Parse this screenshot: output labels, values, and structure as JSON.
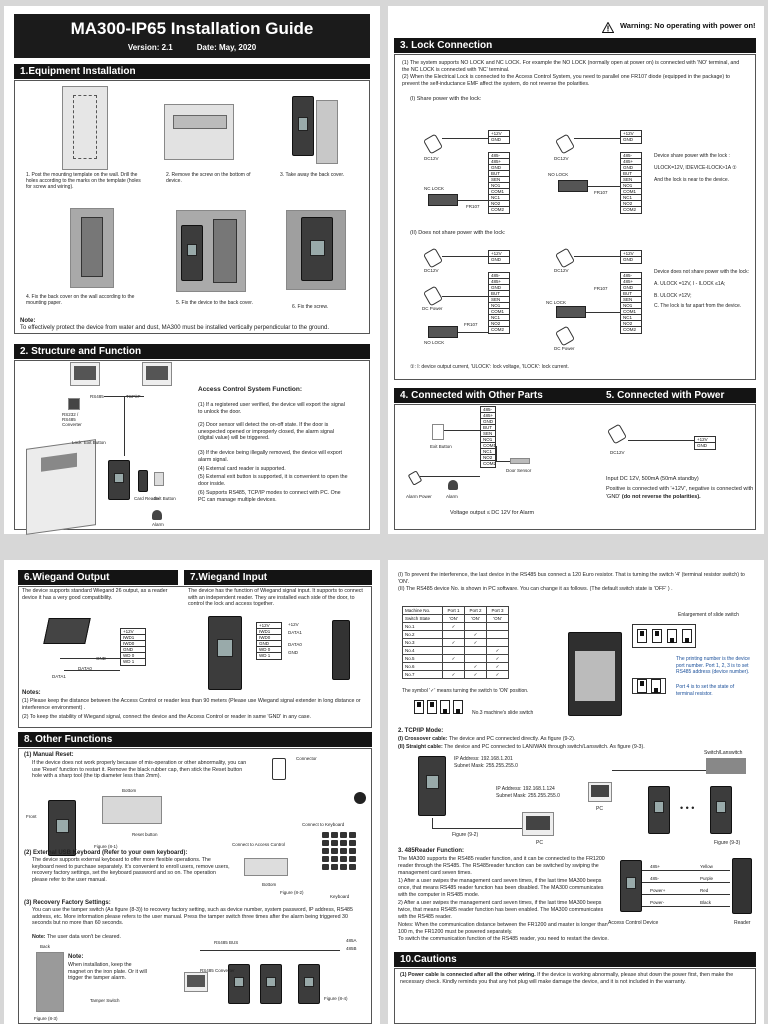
{
  "header": {
    "title": "MA300-IP65 Installation Guide",
    "version": "Version: 2.1",
    "date": "Date: May, 2020"
  },
  "warning": "Warning: No operating with power on!",
  "sections": {
    "s1": "1.Equipment  Installation",
    "s2": "2. Structure and Function",
    "s3": "3. Lock  Connection",
    "s4": "4. Connected  with  Other  Parts",
    "s5": "5. Connected  with  Power",
    "s6": "6.Wiegand Output",
    "s7": "7.Wiegand Input",
    "s8": "8. Other  Functions",
    "s10": "10.Cautions"
  },
  "install": {
    "step1": "1. Post  the  mounting template on the wall. Drill the holes according to the marks on the template (holes for screw and wiring).",
    "step2": "2. Remove  the  screw  on  the bottom of device.",
    "step3": "3. Take away the back cover.",
    "step4": "4. Fix the back cover on the wall according to the mounting paper.",
    "step5": "5. Fix  the  device  to  the back cover.",
    "step6": "6. Fix the screw.",
    "note_label": "Note:",
    "note": "To effectively protect the device from water and dust, MA300  must be installed vertically perpendicular to the ground."
  },
  "structure": {
    "labels": [
      "RS485",
      "TCP/IP",
      "RS232 / RS485 Converter",
      "Lock",
      "Exit Button",
      "Card Reader",
      "Exit Button",
      "Alarm"
    ],
    "func_title": "Access Control System Function:",
    "items": [
      "(1) If a registered user verified, the device will export the signal to unlock the door.",
      "(2) Door sensor will detect the on-off state. If the door is unexpected  opened or improperly closed, the alarm signal (digital value) will be triggered.",
      "(3) If the device being illegally removed, the device will export alarm signal.",
      "(4) External card reader is supported.",
      "(5) External exit button is supported, it is convenient to open the door inside.",
      "(6) Supports RS485, TCP/IP modes to connect with PC. One PC can manage multiple devices."
    ]
  },
  "lock": {
    "p1": "(1) The  system  supports  NO LOCK  and  NC LOCK. For example the NO LOCK (normally open at power on) is connected with 'NO' terminal, and the NC LOCK is connected with 'NC' terminal.",
    "p2": "(2) When the Electrical Lock is connected to the Access Control System, you need to parallel one FR107 diode (equipped in the package) to prevent the self-inductance EMF affect the system, do not reverse the polarities.",
    "share": "(I)  Share power with the lock:",
    "noshare": "(II)  Does not share power with the lock:",
    "terminals": [
      "+12V",
      "GND",
      "485-",
      "485+",
      "GND",
      "BUT",
      "SEN",
      "NO1",
      "COM1",
      "NC1",
      "NO2",
      "COM2"
    ],
    "dc12v": "DC12V",
    "nc_lock": "NC LOCK",
    "no_lock": "NO LOCK",
    "dc_power": "DC Power",
    "fr107": "FR107",
    "cond1": "Device  share  power  with  the lock :",
    "cond1a": "ULOCK=12V,   IDEVICE-ILOCK>1A   ①",
    "cond1b": "And  the  lock is near to the device.",
    "cond2": "Device  does  not  share  power  with the lock:",
    "cond2a": "A. ULOCK =12V,  I - ILOCK  ≤1A;",
    "cond2b": "B. ULOCK  ≠12V;",
    "cond2c": "C. The  lock is far apart from  the  device.",
    "footnote": "①:  I: device output current, 'ULOCK': lock voltage, 'ILOCK': lock current."
  },
  "other": {
    "door_sensor": "Door Sensor",
    "exit_button": "Exit Button",
    "alarm_power": "Alarm Power",
    "alarm": "Alarm",
    "voltage": "Voltage output ≤ DC 12V for Alarm",
    "power_input": "Input  DC 12V,  500mA (50mA standby)",
    "power_note": "Positive is connected with '+12V', negative is connected with 'GND' ",
    "power_note_b": "(do not reverse the polarities).",
    "power_labels": [
      "+12V",
      "GND"
    ]
  },
  "wiegand": {
    "out_text": "The device supports standard  Wiegand 26  output, as a reader device it has a very good compatibility.",
    "in_text": "The device has the function of Wiegand signal input. It supports to connect with an independent reader. They are installed each side of the door, to control the lock and access together.",
    "out_terms": [
      "+12V",
      "IWD1",
      "IWD0",
      "GND",
      "WD 0",
      "WD 1"
    ],
    "in_terms": [
      "+12V",
      "IWD1",
      "IWD0",
      "GND",
      "WD 0",
      "WD 1"
    ],
    "in_labels": [
      "+12V",
      "DATA1",
      "DATA0",
      "GND"
    ],
    "out_labels": [
      "GND",
      "DATA0",
      "DATA1"
    ],
    "notes_label": "Notes:",
    "note1": "(1) Please  keep  the distance between the Access Control  or  reader less than 90 meters (Please  use Wiegand signal extender in long distance or interference  environment) .",
    "note2": "(2) To keep the stability of Wiegand signal, connect the device and the Access Control or reader in same 'GND' in any case."
  },
  "functions": {
    "manual_title": "(1) Manual Reset:",
    "manual": "If the device  does  not  work properly because of mis-operation or other abnormality, you can use 'Reset' function to restart it. Remove  the  black  rubber cap, then stick  the Reset  button hole with a  sharp  tool (the tip diameter less than 2mm).",
    "usb_title": "(2) External USB Keyboard (Refer to  your own keyboard):",
    "usb": "The device supports external keyboard to offer more flexible operations. The keyboard need to purchase separately. It's convenient to enroll users, remove users, recovery factory settings, set the keyboard password and so on. The operation please refer to the user manual.",
    "recovery_title": "(3) Recovery Factory Settings:",
    "recovery": "You can use the tamper switch (As figure (8-3)) to recovery factory  setting, such as device number, system password, IP address,  RS485 address, etc. More information please refers to the user manual. Press the tamper switch three times after the alarm being triggered 30 seconds but no more than 60 seconds.",
    "note_bold": "Note:",
    "note": " The user data won't be cleared.",
    "install_note_label": "Note:",
    "install_note": "When installation, keep the magnet on the iron plate. Or it will trigger the tamper alarm.",
    "labels": [
      "Bottom",
      "Front",
      "Reset button",
      "Figure (8-1)",
      "Connector",
      "Connect to Keyboard",
      "Connect to Access Control",
      "Bottom",
      "Figure (8-2)",
      "Keyboard",
      "Back",
      "Tamper Switch",
      "Figure (8-3)",
      "RS485  BUS",
      "485A",
      "485B",
      "RS485 Converter",
      "Figure (8-4)"
    ]
  },
  "rs485": {
    "i": "(I) To prevent the interference, the last device in the RS485 bus connect a 120 Euro resistor. That is turning the switch '4' (terminal resistor switch) to 'ON'.",
    "ii": "(II)  The RS485 device No. is shown in PC software. You can change it as follows. (The default  switch  state  is 'OFF' ) .",
    "table_head": [
      "Machine No.",
      "Port 1",
      "Port 2",
      "Port 3"
    ],
    "table_rows": [
      [
        "Switch State",
        "'ON'",
        "'ON'",
        "'ON'"
      ],
      [
        "No.1",
        "✓",
        "",
        ""
      ],
      [
        "No.2",
        "",
        "✓",
        ""
      ],
      [
        "No.3",
        "✓",
        "✓",
        ""
      ],
      [
        "No.4",
        "",
        "",
        "✓"
      ],
      [
        "No.5",
        "✓",
        "",
        "✓"
      ],
      [
        "No.6",
        "",
        "✓",
        "✓"
      ],
      [
        "No.7",
        "✓",
        "✓",
        "✓"
      ]
    ],
    "symbol": "The symbol '✓' means turning the switch to 'ON' position.",
    "sw_caption": "No.3 machine's slide switch",
    "enlarge": "Enlargement of slide switch",
    "printing": "The printing number is the device port number. Port 1, 2, 3  is to set RS485 address (device number).",
    "port4": "Port 4 is to set the state of terminal resistor."
  },
  "tcpip": {
    "title": "2. TCP/IP Mode:",
    "crossover_b": "(I) Crossover  cable:",
    "crossover": " The device and PC connected directly. As figure (9-2).",
    "straight_b": "(II) Straight cable:",
    "straight": " The device and PC connected to LAN/WAN through switch/Lanswitch. As figure (9-3).",
    "ip1": "IP Address: 192.168.1.201",
    "mask1": "Subnet  Mask: 255.255.255.0",
    "ip2": "IP Address: 192.168.1.124",
    "mask2": "Subnet  Mask:  255.255.255.0",
    "fig2": "Figure (9-2)",
    "pc": "PC",
    "switch": "Switch/Lanswitch",
    "fig3": "Figure (9-3)"
  },
  "reader485": {
    "title": "3. 485Reader Function:",
    "p1": "The MA300 supports the RS485 reader  function, and it can be connected to the FR1200 reader through  the RS485. The RS485reader function can  be switched by  swiping  the  management  card  seven  times.",
    "p2": "1) After  a  user  swipes  the  management  card seven times, if the last time MA300 beeps once, that means RS485 reader function has been disabled. The MA300 communicates with the computer in RS485 mode.",
    "p3": "2) After  a  user  swipes  the  management  card seven times, if the last time MA300 beeps twice, that means RS485 reader function has been enabled. The MA300 communicates with the RS485 reader.",
    "p4": "Notes: When the communication distance between the FR1200 and master is longer than 100 m, the FR1200 must be powered separately.",
    "p5": "To  switch  the  communication  function  of  the  RS485 reader,  you  need  to  restart  the  device.",
    "wires": [
      "485+",
      "485-",
      "Power+",
      "Power-"
    ],
    "colors": [
      "Yellow",
      "Purple",
      "Red",
      "Black"
    ],
    "device": "Access Control Device",
    "reader": "Reader"
  },
  "cautions": {
    "p1_b": "(1) Power  cable  is  connected after all the other wiring.",
    "p1": " If the device is working abnormally, please shut down the power first, then make the necessary check.  Kindly reminds you that any hot plug will make damage the device, and it is not included in the warranty."
  }
}
